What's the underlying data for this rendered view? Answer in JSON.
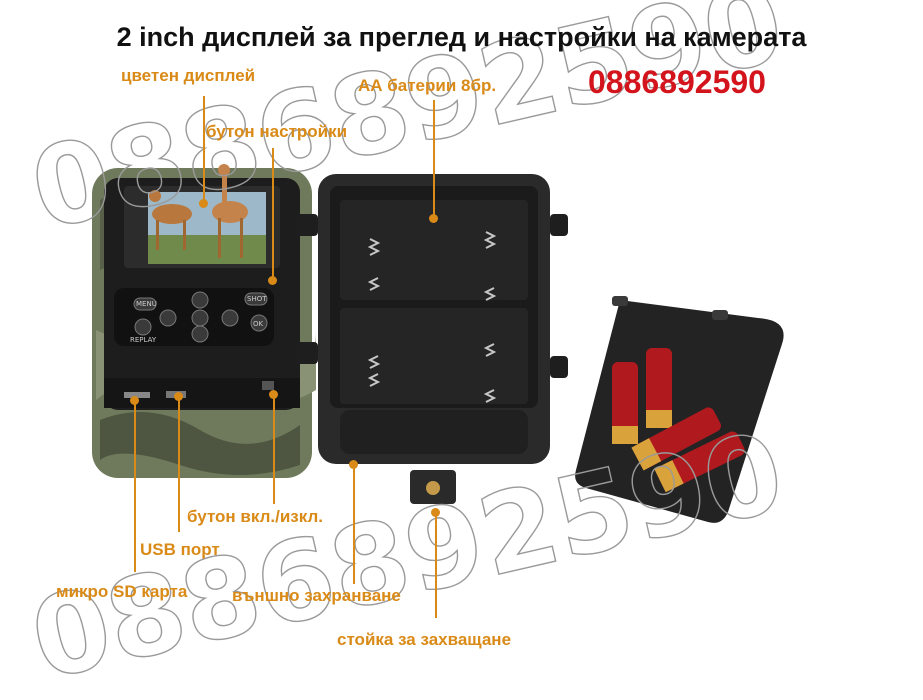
{
  "headline": "2 inch дисплей за преглед и настройки на камерата",
  "phone": "0886892590",
  "watermark_text": "0886892590",
  "callouts": {
    "color_display": "цветен дисплей",
    "aa_batteries": "АА батерии 8бр.",
    "settings_button": "бутон настройки",
    "power_button": "бутон вкл./изкл.",
    "usb_port": "USB порт",
    "micro_sd": "микро SD карта",
    "external_power": "външно захранване",
    "mount": "стойка за захващане"
  },
  "keypad": {
    "menu": "MENU",
    "shot": "SHOT",
    "ok": "OK",
    "replay": "REPLAY"
  },
  "colors": {
    "callout": "#d98a17",
    "phone": "#d4141c",
    "headline": "#111111",
    "shell": "#2a2a2a",
    "camo": "#6f7a5c",
    "shell_casing": "#b01a1f",
    "brass": "#d9a23a"
  }
}
